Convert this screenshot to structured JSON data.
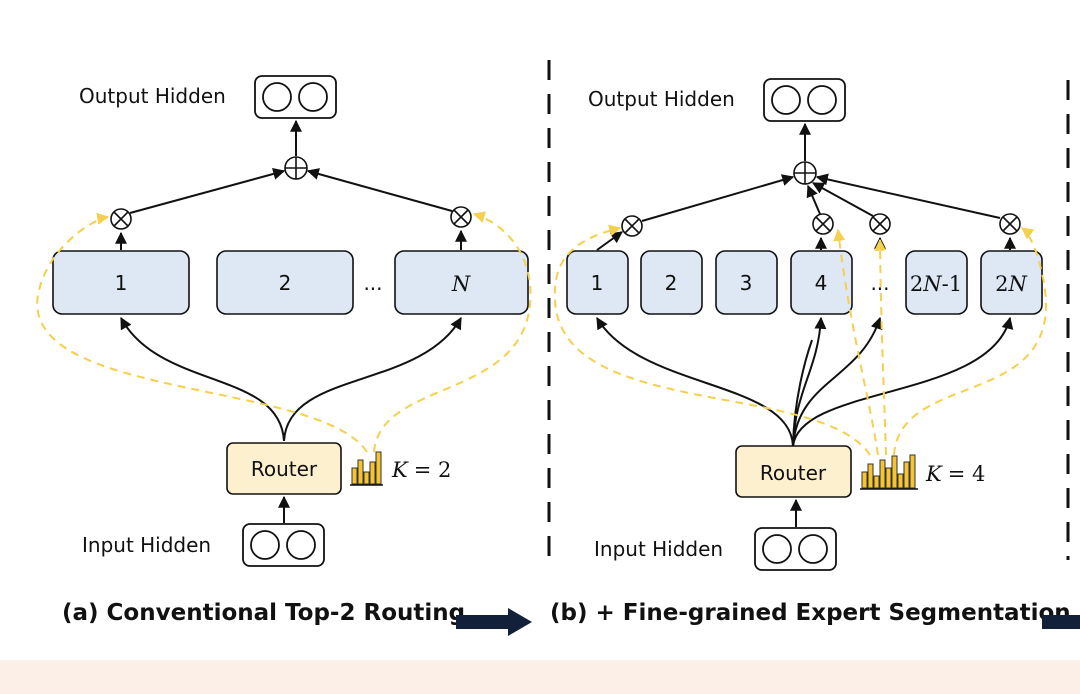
{
  "panel_a": {
    "output_label": "Output Hidden",
    "input_label": "Input Hidden",
    "router_label": "Router",
    "k_label": "K",
    "k_value": "= 2",
    "experts": [
      "1",
      "2",
      "N"
    ],
    "ellipsis": "...",
    "caption": "(a) Conventional Top-2 Routing"
  },
  "panel_b": {
    "output_label": "Output Hidden",
    "input_label": "Input Hidden",
    "router_label": "Router",
    "k_label": "K",
    "k_value": "= 4",
    "experts": [
      "1",
      "2",
      "3",
      "4"
    ],
    "expert_2n_minus_1": {
      "prefix": "2",
      "var": "N",
      "suffix": "-1"
    },
    "expert_2n": {
      "prefix": "2",
      "var": "N"
    },
    "ellipsis": "...",
    "caption": "(b) + Fine-grained Expert Segmentation"
  },
  "colors": {
    "expert_fill": "#dde8f4",
    "router_fill": "#fdf0cf",
    "route_dashed": "#f5cf4e",
    "histogram_bar": "#f5c531",
    "bottom_band": "#fbefe7"
  },
  "icons": {
    "sum": "circled-plus-icon",
    "gate": "circled-times-icon",
    "hidden_state": "two-circle-vector-icon",
    "routing_scores": "bar-histogram-icon",
    "caption_arrow": "right-arrow-icon"
  }
}
